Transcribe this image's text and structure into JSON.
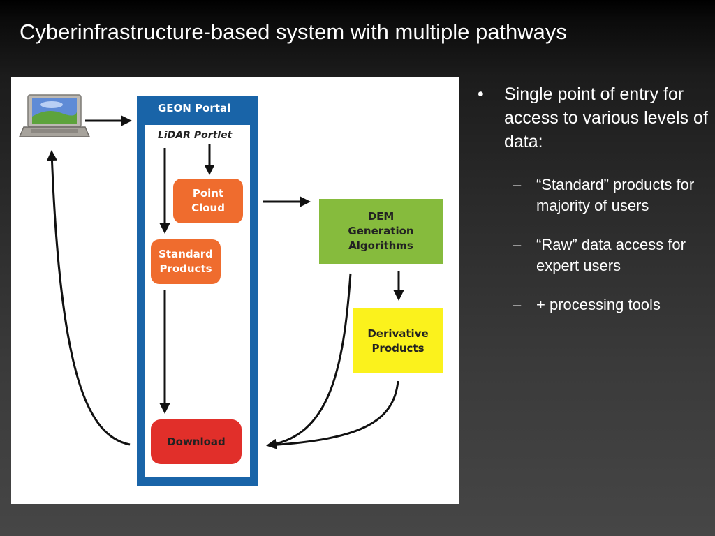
{
  "slide": {
    "title": "Cyberinfrastructure-based system with multiple pathways"
  },
  "diagram": {
    "portal_label": "GEON Portal",
    "portlet_label": "LiDAR Portlet",
    "point_cloud_label": "Point\nCloud",
    "standard_products_label": "Standard\nProducts",
    "download_label": "Download",
    "dem_label": "DEM\nGeneration\nAlgorithms",
    "derivative_label": "Derivative\nProducts",
    "laptop_icon": "laptop-icon",
    "colors": {
      "portal": "#1964a8",
      "orange_box": "#ef6c2e",
      "download_box": "#e12f2a",
      "dem_box": "#86bb3d",
      "derivative_box": "#fbf21c"
    }
  },
  "bullets": {
    "main": {
      "marker": "•",
      "text": "Single point of entry for access to various levels of data:"
    },
    "subs": [
      {
        "marker": "–",
        "text": "“Standard” products for majority of users"
      },
      {
        "marker": "–",
        "text": "“Raw” data access for expert users"
      },
      {
        "marker": "–",
        "text": "+ processing tools"
      }
    ]
  }
}
